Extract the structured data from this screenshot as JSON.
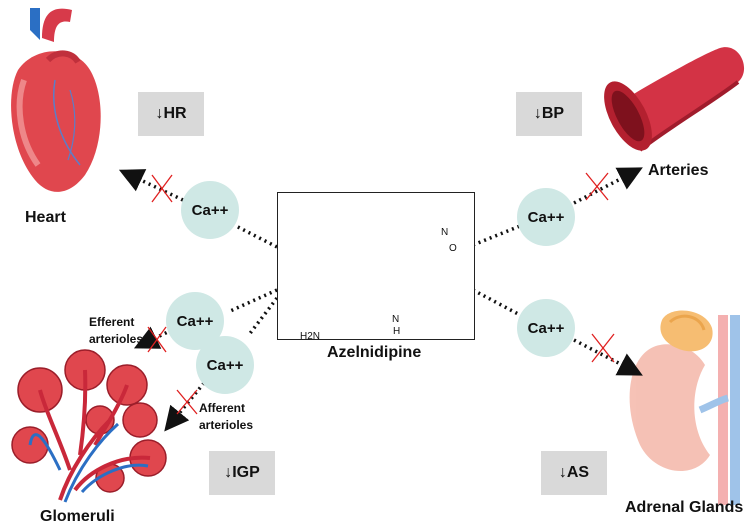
{
  "drug": {
    "name": "Azelnidipine"
  },
  "organs": {
    "heart": "Heart",
    "arteries": "Arteries",
    "glomeruli": "Glomeruli",
    "adrenal": "Adrenal Glands"
  },
  "effects": {
    "heart": "↓HR",
    "arteries": "↓BP",
    "glomeruli": "↓IGP",
    "adrenal": "↓AS"
  },
  "calcium_label": "Ca++",
  "arterioles": {
    "efferent_1": "Efferent",
    "efferent_2": "arterioles",
    "afferent_1": "Afferent",
    "afferent_2": "arterioles"
  },
  "chem": {
    "nh2": "H2N",
    "nh": "N",
    "h": "H",
    "no2_n": "N",
    "no2_o": "O"
  },
  "colors": {
    "calcium_circle": "#cfe8e5",
    "effect_box": "#d9d9d9",
    "block_mark": "#e02020",
    "artery_red": "#c9283a",
    "vein_blue": "#2b6fc4"
  }
}
